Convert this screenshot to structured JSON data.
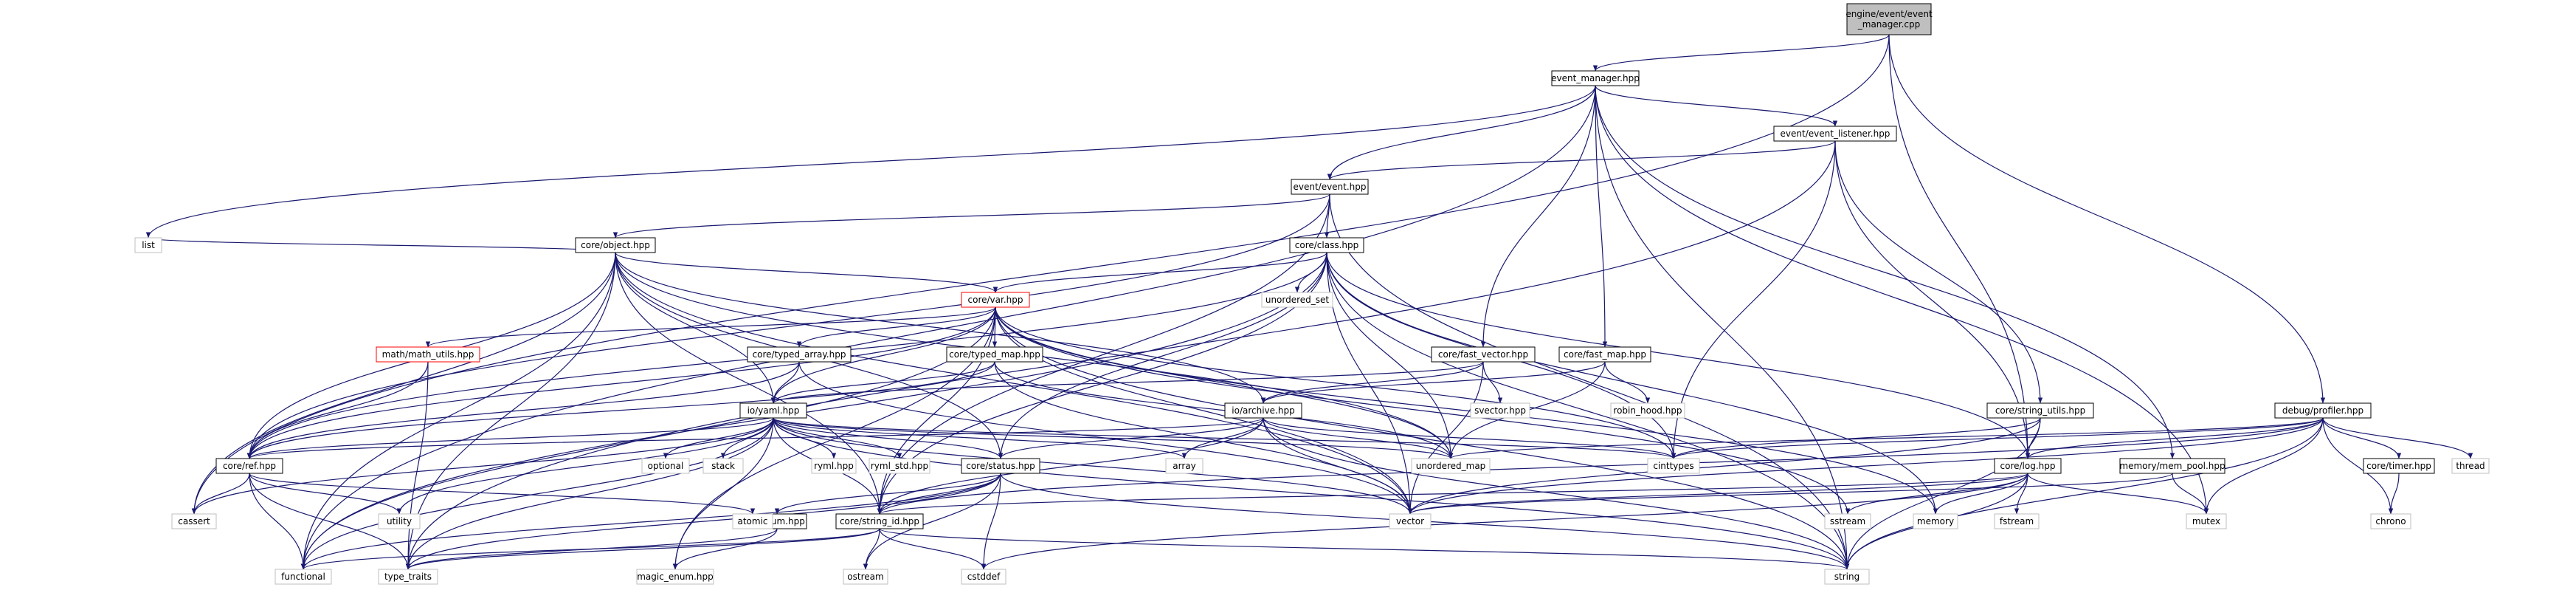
{
  "graph": {
    "nodes": [
      {
        "id": "root",
        "label": "engine/event/event\n_manager.cpp",
        "style": "root"
      },
      {
        "id": "em",
        "label": "event_manager.hpp",
        "style": "doc"
      },
      {
        "id": "el",
        "label": "event/event_listener.hpp",
        "style": "doc"
      },
      {
        "id": "ev",
        "label": "event/event.hpp",
        "style": "doc"
      },
      {
        "id": "obj",
        "label": "core/object.hpp",
        "style": "doc"
      },
      {
        "id": "cls",
        "label": "core/class.hpp",
        "style": "doc"
      },
      {
        "id": "var",
        "label": "core/var.hpp",
        "style": "red"
      },
      {
        "id": "mu",
        "label": "math/math_utils.hpp",
        "style": "red"
      },
      {
        "id": "tarr",
        "label": "core/typed_array.hpp",
        "style": "doc"
      },
      {
        "id": "tmap",
        "label": "core/typed_map.hpp",
        "style": "doc"
      },
      {
        "id": "fv",
        "label": "core/fast_vector.hpp",
        "style": "doc"
      },
      {
        "id": "fm",
        "label": "core/fast_map.hpp",
        "style": "doc"
      },
      {
        "id": "yaml",
        "label": "io/yaml.hpp",
        "style": "doc"
      },
      {
        "id": "arch",
        "label": "io/archive.hpp",
        "style": "doc"
      },
      {
        "id": "su",
        "label": "core/string_utils.hpp",
        "style": "doc"
      },
      {
        "id": "prof",
        "label": "debug/profiler.hpp",
        "style": "doc"
      },
      {
        "id": "ref",
        "label": "core/ref.hpp",
        "style": "doc"
      },
      {
        "id": "stat",
        "label": "core/status.hpp",
        "style": "doc"
      },
      {
        "id": "enm",
        "label": "io/enum.hpp",
        "style": "doc"
      },
      {
        "id": "sid",
        "label": "core/string_id.hpp",
        "style": "doc"
      },
      {
        "id": "log",
        "label": "core/log.hpp",
        "style": "doc"
      },
      {
        "id": "mp",
        "label": "memory/mem_pool.hpp",
        "style": "doc"
      },
      {
        "id": "tim",
        "label": "core/timer.hpp",
        "style": "doc"
      },
      {
        "id": "list",
        "label": "list",
        "style": "sys"
      },
      {
        "id": "uset",
        "label": "unordered_set",
        "style": "sys"
      },
      {
        "id": "svec",
        "label": "svector.hpp",
        "style": "sys"
      },
      {
        "id": "robin",
        "label": "robin_hood.hpp",
        "style": "sys"
      },
      {
        "id": "opt",
        "label": "optional",
        "style": "sys"
      },
      {
        "id": "stack",
        "label": "stack",
        "style": "sys"
      },
      {
        "id": "ryml",
        "label": "ryml.hpp",
        "style": "sys"
      },
      {
        "id": "rstd",
        "label": "ryml_std.hpp",
        "style": "sys"
      },
      {
        "id": "arr",
        "label": "array",
        "style": "sys"
      },
      {
        "id": "umap",
        "label": "unordered_map",
        "style": "sys"
      },
      {
        "id": "cint",
        "label": "cinttypes",
        "style": "sys"
      },
      {
        "id": "thr",
        "label": "thread",
        "style": "sys"
      },
      {
        "id": "cas",
        "label": "cassert",
        "style": "sys"
      },
      {
        "id": "util",
        "label": "utility",
        "style": "sys"
      },
      {
        "id": "atom",
        "label": "atomic",
        "style": "sys"
      },
      {
        "id": "vec",
        "label": "vector",
        "style": "sys"
      },
      {
        "id": "sst",
        "label": "sstream",
        "style": "sys"
      },
      {
        "id": "mem",
        "label": "memory",
        "style": "sys"
      },
      {
        "id": "fst",
        "label": "fstream",
        "style": "sys"
      },
      {
        "id": "mtx",
        "label": "mutex",
        "style": "sys"
      },
      {
        "id": "chr",
        "label": "chrono",
        "style": "sys"
      },
      {
        "id": "func",
        "label": "functional",
        "style": "sys"
      },
      {
        "id": "tt",
        "label": "type_traits",
        "style": "sys"
      },
      {
        "id": "magic",
        "label": "magic_enum.hpp",
        "style": "sys"
      },
      {
        "id": "ost",
        "label": "ostream",
        "style": "sys"
      },
      {
        "id": "cdef",
        "label": "cstddef",
        "style": "sys"
      },
      {
        "id": "str",
        "label": "string",
        "style": "sys"
      }
    ],
    "edges": [
      [
        "root",
        "em"
      ],
      [
        "root",
        "cas"
      ],
      [
        "root",
        "log"
      ],
      [
        "root",
        "prof"
      ],
      [
        "em",
        "el"
      ],
      [
        "em",
        "ev"
      ],
      [
        "em",
        "fv"
      ],
      [
        "em",
        "fm"
      ],
      [
        "em",
        "mp"
      ],
      [
        "em",
        "list"
      ],
      [
        "em",
        "func"
      ],
      [
        "em",
        "mtx"
      ],
      [
        "em",
        "str"
      ],
      [
        "el",
        "ev"
      ],
      [
        "el",
        "su"
      ],
      [
        "el",
        "log"
      ],
      [
        "el",
        "cint"
      ],
      [
        "el",
        "tt"
      ],
      [
        "ev",
        "obj"
      ],
      [
        "ev",
        "cls"
      ],
      [
        "ev",
        "ref"
      ],
      [
        "ev",
        "sid"
      ],
      [
        "ev",
        "str"
      ],
      [
        "obj",
        "list"
      ],
      [
        "obj",
        "var"
      ],
      [
        "obj",
        "yaml"
      ],
      [
        "obj",
        "ref"
      ],
      [
        "obj",
        "stat"
      ],
      [
        "obj",
        "arch"
      ],
      [
        "obj",
        "sid"
      ],
      [
        "obj",
        "umap"
      ],
      [
        "obj",
        "vec"
      ],
      [
        "obj",
        "func"
      ],
      [
        "obj",
        "cas"
      ],
      [
        "obj",
        "tt"
      ],
      [
        "cls",
        "uset"
      ],
      [
        "cls",
        "var"
      ],
      [
        "cls",
        "stat"
      ],
      [
        "cls",
        "sid"
      ],
      [
        "cls",
        "umap"
      ],
      [
        "cls",
        "vec"
      ],
      [
        "cls",
        "cint"
      ],
      [
        "cls",
        "log"
      ],
      [
        "cls",
        "str"
      ],
      [
        "cls",
        "func"
      ],
      [
        "cls",
        "mem"
      ],
      [
        "cls",
        "ref"
      ],
      [
        "var",
        "mu"
      ],
      [
        "var",
        "tarr"
      ],
      [
        "var",
        "tmap"
      ],
      [
        "var",
        "ref"
      ],
      [
        "var",
        "sid"
      ],
      [
        "var",
        "yaml"
      ],
      [
        "var",
        "cint"
      ],
      [
        "var",
        "sst"
      ],
      [
        "var",
        "mem"
      ],
      [
        "var",
        "str"
      ],
      [
        "var",
        "vec"
      ],
      [
        "var",
        "umap"
      ],
      [
        "var",
        "func"
      ],
      [
        "var",
        "magic"
      ],
      [
        "mu",
        "ref"
      ],
      [
        "mu",
        "tt"
      ],
      [
        "tarr",
        "yaml"
      ],
      [
        "tarr",
        "ref"
      ],
      [
        "tarr",
        "vec"
      ],
      [
        "tmap",
        "yaml"
      ],
      [
        "tmap",
        "ref"
      ],
      [
        "tmap",
        "umap"
      ],
      [
        "tmap",
        "vec"
      ],
      [
        "fv",
        "arch"
      ],
      [
        "fv",
        "yaml"
      ],
      [
        "fv",
        "svec"
      ],
      [
        "fv",
        "vec"
      ],
      [
        "fm",
        "arch"
      ],
      [
        "fm",
        "robin"
      ],
      [
        "fm",
        "umap"
      ],
      [
        "yaml",
        "ref"
      ],
      [
        "yaml",
        "stat"
      ],
      [
        "yaml",
        "sid"
      ],
      [
        "yaml",
        "opt"
      ],
      [
        "yaml",
        "stack"
      ],
      [
        "yaml",
        "ryml"
      ],
      [
        "yaml",
        "rstd"
      ],
      [
        "yaml",
        "arr"
      ],
      [
        "yaml",
        "umap"
      ],
      [
        "yaml",
        "vec"
      ],
      [
        "yaml",
        "str"
      ],
      [
        "yaml",
        "cint"
      ],
      [
        "yaml",
        "cas"
      ],
      [
        "yaml",
        "util"
      ],
      [
        "yaml",
        "tt"
      ],
      [
        "yaml",
        "magic"
      ],
      [
        "yaml",
        "func"
      ],
      [
        "arch",
        "ref"
      ],
      [
        "arch",
        "stat"
      ],
      [
        "arch",
        "arr"
      ],
      [
        "arch",
        "umap"
      ],
      [
        "arch",
        "vec"
      ],
      [
        "arch",
        "sid"
      ],
      [
        "arch",
        "cint"
      ],
      [
        "arch",
        "str"
      ],
      [
        "su",
        "log"
      ],
      [
        "su",
        "vec"
      ],
      [
        "su",
        "str"
      ],
      [
        "su",
        "cint"
      ],
      [
        "prof",
        "log"
      ],
      [
        "prof",
        "tim"
      ],
      [
        "prof",
        "thr"
      ],
      [
        "prof",
        "cint"
      ],
      [
        "prof",
        "umap"
      ],
      [
        "prof",
        "vec"
      ],
      [
        "prof",
        "mtx"
      ],
      [
        "prof",
        "chr"
      ],
      [
        "prof",
        "str"
      ],
      [
        "prof",
        "sid"
      ],
      [
        "ref",
        "cas"
      ],
      [
        "ref",
        "util"
      ],
      [
        "ref",
        "atom"
      ],
      [
        "ref",
        "func"
      ],
      [
        "ref",
        "tt"
      ],
      [
        "stat",
        "sid"
      ],
      [
        "stat",
        "enm"
      ],
      [
        "stat",
        "ost"
      ],
      [
        "stat",
        "cdef"
      ],
      [
        "stat",
        "str"
      ],
      [
        "stat",
        "func"
      ],
      [
        "stat",
        "tt"
      ],
      [
        "enm",
        "magic"
      ],
      [
        "enm",
        "tt"
      ],
      [
        "sid",
        "ost"
      ],
      [
        "sid",
        "cdef"
      ],
      [
        "sid",
        "str"
      ],
      [
        "sid",
        "func"
      ],
      [
        "sid",
        "tt"
      ],
      [
        "log",
        "sst"
      ],
      [
        "log",
        "mem"
      ],
      [
        "log",
        "fst"
      ],
      [
        "log",
        "mtx"
      ],
      [
        "log",
        "str"
      ],
      [
        "log",
        "vec"
      ],
      [
        "log",
        "cdef"
      ],
      [
        "log",
        "sid"
      ],
      [
        "mp",
        "mtx"
      ],
      [
        "mp",
        "vec"
      ],
      [
        "tim",
        "chr"
      ]
    ]
  }
}
